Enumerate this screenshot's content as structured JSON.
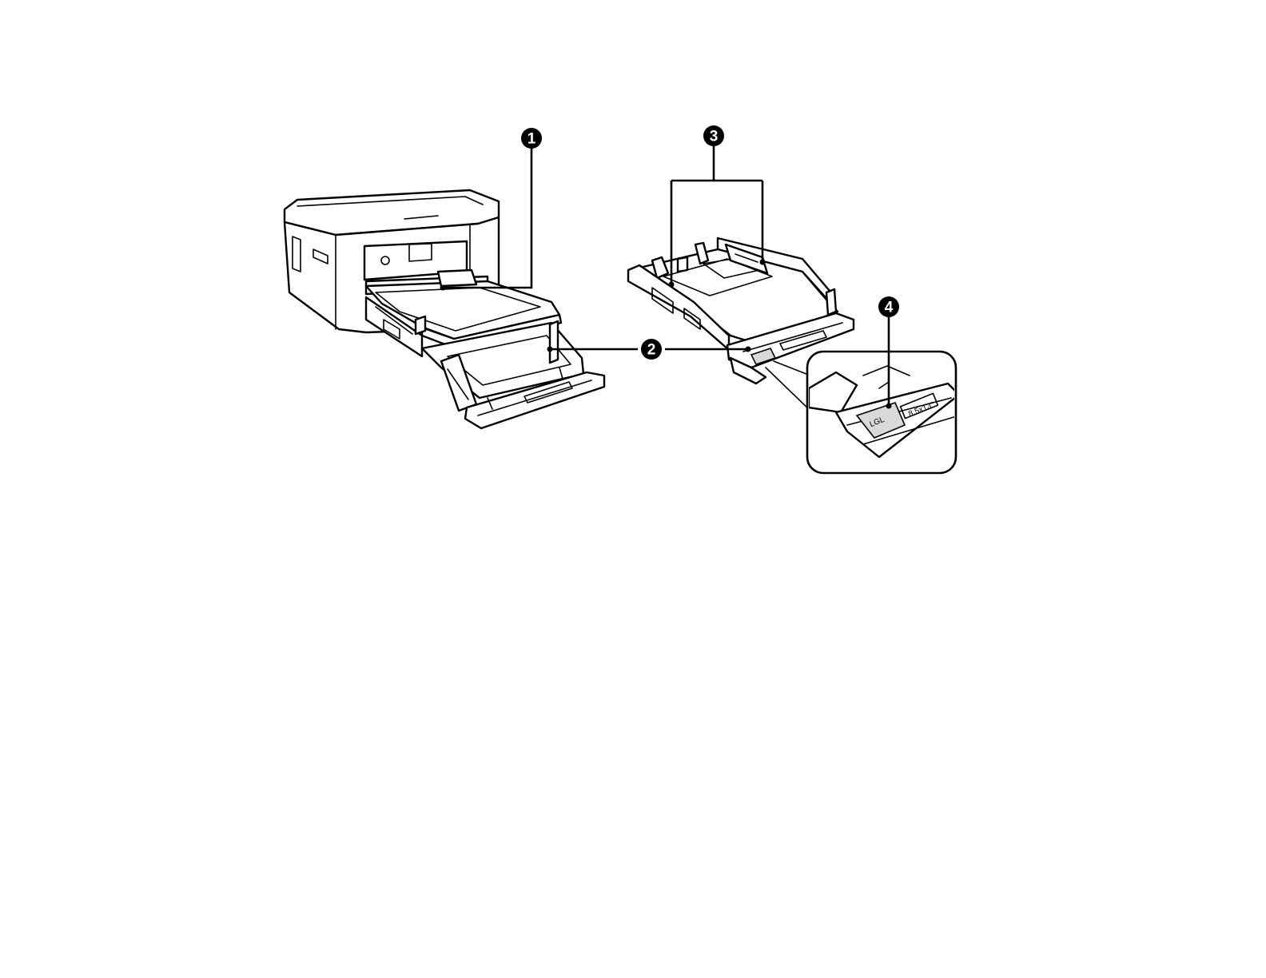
{
  "callouts": [
    {
      "number": "1"
    },
    {
      "number": "2"
    },
    {
      "number": "3"
    },
    {
      "number": "4"
    }
  ],
  "inset": {
    "size_label_1": "LGL",
    "size_label_2": "8.5x13\""
  },
  "colors": {
    "ink": "#000000",
    "paper": "#ffffff",
    "highlight": "#d9d9d9"
  }
}
